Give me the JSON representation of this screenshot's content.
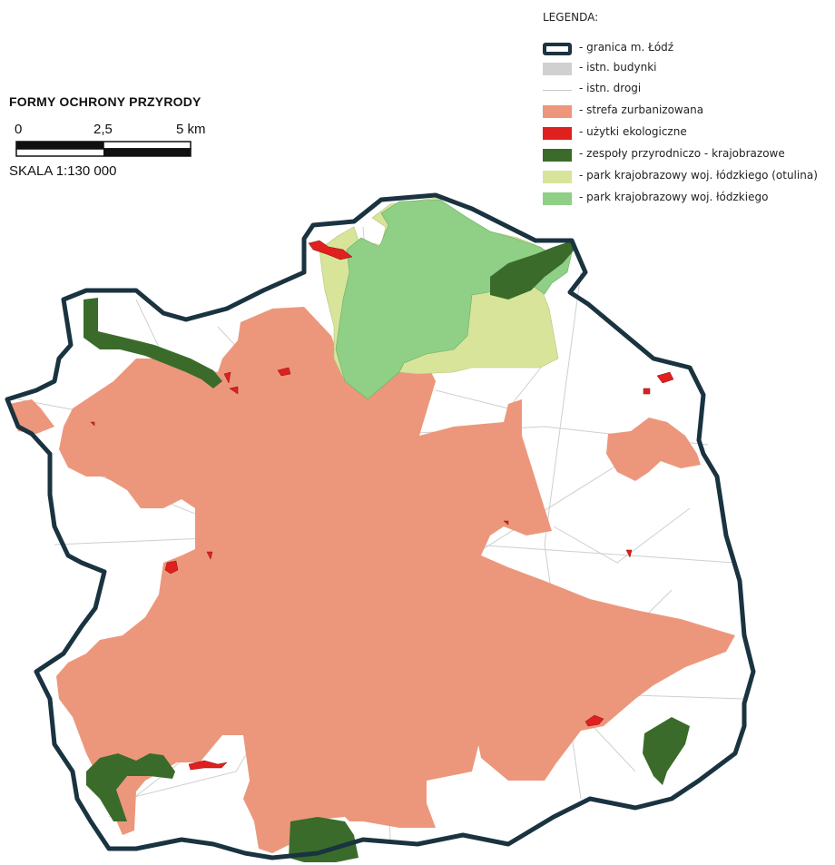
{
  "map": {
    "title": "FORMY OCHRONY PRZYRODY",
    "scale_bar": {
      "labels": [
        "0",
        "2,5",
        "5 km"
      ],
      "scale_text": "SKALA 1:130 000"
    },
    "legend": {
      "title": "LEGENDA:",
      "items": [
        {
          "label": "- granica m. Łódź",
          "color": "#1a3340",
          "kind": "boundary"
        },
        {
          "label": "- istn. budynki",
          "color": "#d0d0d0",
          "kind": "fill"
        },
        {
          "label": "- istn. drogi",
          "color": "#c8c8c8",
          "kind": "line"
        },
        {
          "label": "- strefa zurbanizowana",
          "color": "#ec977c",
          "kind": "fill"
        },
        {
          "label": "- użytki ekologiczne",
          "color": "#e0201f",
          "kind": "fill"
        },
        {
          "label": "- zespoły przyrodniczo - krajobrazowe",
          "color": "#3a6b2a",
          "kind": "fill"
        },
        {
          "label": "- park krajobrazowy woj. łódzkiego (otulina)",
          "color": "#d8e49a",
          "kind": "fill"
        },
        {
          "label": "- park krajobrazowy woj. łódzkiego",
          "color": "#8fcf86",
          "kind": "fill"
        }
      ]
    }
  }
}
